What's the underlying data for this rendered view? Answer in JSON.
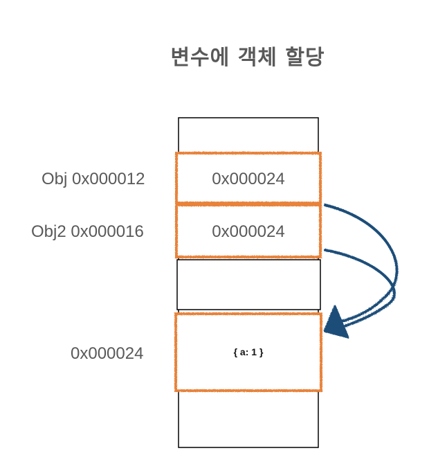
{
  "title": "변수에 객체 할당",
  "rows": [
    {
      "name": "obj",
      "label": "Obj 0x000012",
      "value": "0x000024"
    },
    {
      "name": "obj2",
      "label": "Obj2 0x000016",
      "value": "0x000024"
    }
  ],
  "object_cell": {
    "address": "0x000024",
    "content": "{ a: 1 }"
  },
  "colors": {
    "highlight": "#e8833a",
    "arrow": "#1f4e79",
    "text": "#595959",
    "border": "#000000"
  }
}
